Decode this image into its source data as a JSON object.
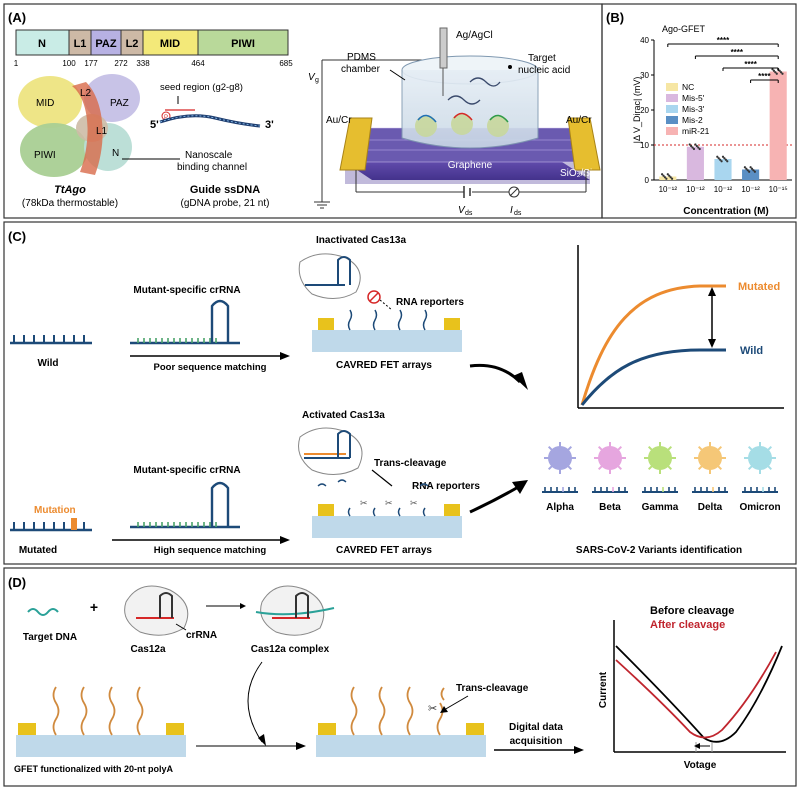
{
  "panelA": {
    "label": "(A)",
    "domains": [
      {
        "name": "N",
        "color": "#c9ece6"
      },
      {
        "name": "L1",
        "color": "#cdb9a6"
      },
      {
        "name": "PAZ",
        "color": "#b7b1e3"
      },
      {
        "name": "L2",
        "color": "#cdb9a6"
      },
      {
        "name": "MID",
        "color": "#f3e979"
      },
      {
        "name": "PIWI",
        "color": "#b9d99a"
      }
    ],
    "ticks": [
      "1",
      "100",
      "177",
      "272",
      "338",
      "464",
      "685"
    ],
    "protein_labels": [
      "MID",
      "L2",
      "PAZ",
      "L1",
      "PIWI",
      "N"
    ],
    "protein_name": "TtAgo",
    "protein_desc": "(78kDa thermostable)",
    "seed_label": "seed region (g2-g8)",
    "five_prime": "5'",
    "three_prime": "3'",
    "p_label": "P",
    "channel_label": "Nanoscale",
    "channel_label2": "binding channel",
    "guide_title": "Guide ssDNA",
    "guide_desc": "(gDNA probe, 21 nt)",
    "device": {
      "ref": "Ag/AgCl",
      "pdms1": "PDMS",
      "pdms2": "chamber",
      "vg": "V",
      "vg_sub": "g",
      "target1": "Target",
      "target2": "nucleic acid",
      "aucr_left": "Au/Cr",
      "aucr_right": "Au/Cr",
      "graphene": "Graphene",
      "substrate": "SiO₂/Si",
      "vds": "V",
      "vds_sub": "ds",
      "ids": "I",
      "ids_sub": "ds"
    }
  },
  "panelB": {
    "label": "(B)",
    "chart_data": {
      "type": "bar",
      "title": "Ago-GFET",
      "categories": [
        "10⁻¹²",
        "10⁻¹²",
        "10⁻¹²",
        "10⁻¹²",
        "10⁻¹⁵"
      ],
      "series": [
        {
          "name": "NC",
          "value": 1,
          "color": "#f6e6a4"
        },
        {
          "name": "Mis-5'",
          "value": 9.5,
          "color": "#d9b8df"
        },
        {
          "name": "Mis-3'",
          "value": 6,
          "color": "#a9d6ef"
        },
        {
          "name": "Mis-2",
          "value": 3,
          "color": "#5a8fc4"
        },
        {
          "name": "miR-21",
          "value": 31,
          "color": "#f7b3b3"
        }
      ],
      "xlabel": "Concentration (M)",
      "ylabel": "|Δ V_Dirac| (mV)",
      "yticks": [
        "0",
        "10",
        "20",
        "30",
        "40"
      ],
      "ylim": [
        0,
        40
      ],
      "threshold": 10,
      "significance": "****"
    }
  },
  "panelC": {
    "label": "(C)",
    "inactivated": "Inactivated Cas13a",
    "activated": "Activated Cas13a",
    "crrna1": "Mutant-specific crRNA",
    "crrna2": "Mutant-specific crRNA",
    "rna_rep1": "RNA reporters",
    "rna_rep2": "RNA reporters",
    "trans": "Trans-cleavage",
    "wild": "Wild",
    "mutated": "Mutated",
    "mutation": "Mutation",
    "poor": "Poor sequence matching",
    "high": "High sequence matching",
    "cavred1": "CAVRED  FET arrays",
    "cavred2": "CAVRED  FET arrays",
    "curve_mut": "Mutated",
    "curve_wild": "Wild",
    "variants": [
      {
        "name": "Alpha",
        "color": "#a5a6e0"
      },
      {
        "name": "Beta",
        "color": "#e6a6df"
      },
      {
        "name": "Gamma",
        "color": "#b9e07b"
      },
      {
        "name": "Delta",
        "color": "#f5c777"
      },
      {
        "name": "Omicron",
        "color": "#a5dde6"
      }
    ],
    "variants_title": "SARS-CoV-2 Variants identification"
  },
  "panelD": {
    "label": "(D)",
    "target": "Target DNA",
    "cas": "Cas12a",
    "crrna": "crRNA",
    "complex": "Cas12a complex",
    "plus": "+",
    "trans": "Trans-cleavage",
    "digital1": "Digital data",
    "digital2": "acquisition",
    "gfet": "GFET functionalized with 20-nt polyA",
    "before": "Before cleavage",
    "after": "After cleavage",
    "ylabel": "Current",
    "xlabel": "Votage"
  }
}
